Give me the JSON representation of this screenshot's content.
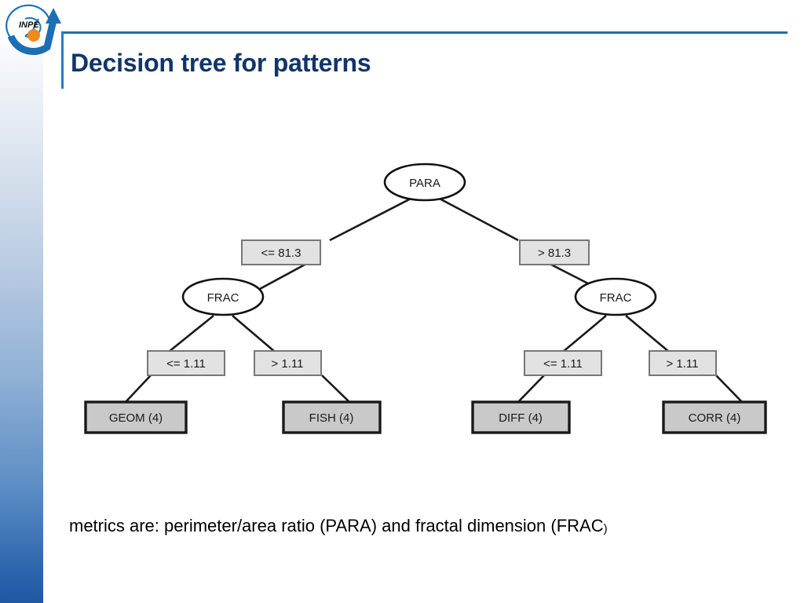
{
  "slide": {
    "title": "Decision tree for patterns",
    "caption_main": "metrics are: perimeter/area ratio (PARA) and fractal dimension (FRAC",
    "caption_tail": ")",
    "logo_text": "INPE",
    "accent_color": "#1f6db5",
    "title_color": "#11356b",
    "logo_blue": "#1b74bb",
    "logo_orange": "#f08a1c"
  },
  "chart_data": {
    "type": "diagram",
    "diagram_kind": "decision-tree",
    "title": "Decision tree for patterns",
    "nodes": {
      "root": {
        "id": "root",
        "label": "PARA",
        "shape": "ellipse"
      },
      "frac_left": {
        "id": "frac_left",
        "label": "FRAC",
        "shape": "ellipse"
      },
      "frac_right": {
        "id": "frac_right",
        "label": "FRAC",
        "shape": "ellipse"
      },
      "edge_l": {
        "id": "edge_l",
        "label": "<= 81.3",
        "shape": "box"
      },
      "edge_r": {
        "id": "edge_r",
        "label": "> 81.3",
        "shape": "box"
      },
      "edge_ll": {
        "id": "edge_ll",
        "label": "<= 1.11",
        "shape": "box"
      },
      "edge_lr": {
        "id": "edge_lr",
        "label": "> 1.11",
        "shape": "box"
      },
      "edge_rl": {
        "id": "edge_rl",
        "label": "<= 1.11",
        "shape": "box"
      },
      "edge_rr": {
        "id": "edge_rr",
        "label": "> 1.11",
        "shape": "box"
      },
      "leaf_1": {
        "id": "leaf_1",
        "label": "GEOM (4)",
        "shape": "leaf-box",
        "count": 4
      },
      "leaf_2": {
        "id": "leaf_2",
        "label": "FISH (4)",
        "shape": "leaf-box",
        "count": 4
      },
      "leaf_3": {
        "id": "leaf_3",
        "label": "DIFF (4)",
        "shape": "leaf-box",
        "count": 4
      },
      "leaf_4": {
        "id": "leaf_4",
        "label": "CORR (4)",
        "shape": "leaf-box",
        "count": 4
      }
    },
    "edges": [
      {
        "from": "root",
        "to": "edge_l",
        "condition": "<= 81.3"
      },
      {
        "from": "root",
        "to": "edge_r",
        "condition": "> 81.3"
      },
      {
        "from": "edge_l",
        "to": "frac_left"
      },
      {
        "from": "edge_r",
        "to": "frac_right"
      },
      {
        "from": "frac_left",
        "to": "edge_ll",
        "condition": "<= 1.11"
      },
      {
        "from": "frac_left",
        "to": "edge_lr",
        "condition": "> 1.11"
      },
      {
        "from": "frac_right",
        "to": "edge_rl",
        "condition": "<= 1.11"
      },
      {
        "from": "frac_right",
        "to": "edge_rr",
        "condition": "> 1.11"
      },
      {
        "from": "edge_ll",
        "to": "leaf_1"
      },
      {
        "from": "edge_lr",
        "to": "leaf_2"
      },
      {
        "from": "edge_rl",
        "to": "leaf_3"
      },
      {
        "from": "edge_rr",
        "to": "leaf_4"
      }
    ],
    "split_variables": [
      "PARA",
      "FRAC"
    ],
    "thresholds": [
      81.3,
      1.11
    ],
    "classes": [
      "GEOM",
      "FISH",
      "DIFF",
      "CORR"
    ],
    "class_counts": [
      4,
      4,
      4,
      4
    ],
    "colors": {
      "box_fill": "#e2e2e2",
      "box_stroke": "#777777",
      "leaf_fill": "#c9c9c9",
      "leaf_stroke": "#1a1a1a",
      "ellipse_fill": "#ffffff",
      "ellipse_stroke": "#111111",
      "edge_stroke": "#1a1a1a"
    }
  }
}
